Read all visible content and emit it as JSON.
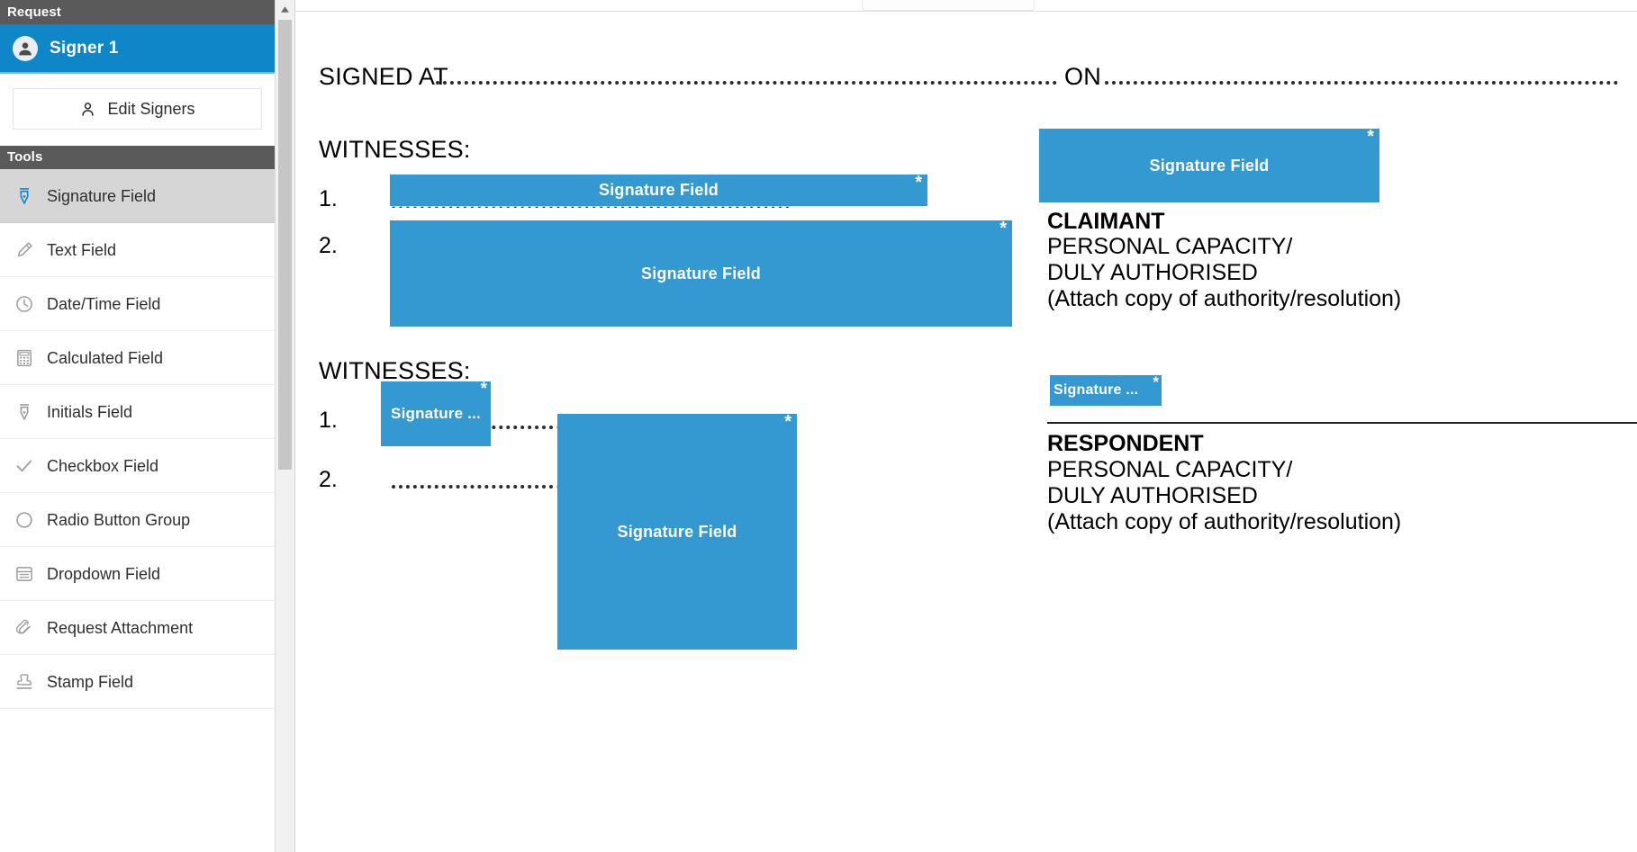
{
  "sidebar": {
    "request_header": "Request",
    "signer": {
      "name": "Signer 1",
      "icon": "user-avatar-icon"
    },
    "edit_signers": {
      "label": "Edit Signers",
      "icon": "user-icon"
    },
    "tools_header": "Tools",
    "tools": [
      {
        "label": "Signature Field",
        "icon": "pen-nib-icon",
        "selected": true
      },
      {
        "label": "Text Field",
        "icon": "pencil-icon",
        "selected": false
      },
      {
        "label": "Date/Time Field",
        "icon": "clock-icon",
        "selected": false
      },
      {
        "label": "Calculated Field",
        "icon": "calculator-icon",
        "selected": false
      },
      {
        "label": "Initials Field",
        "icon": "pen-nib-icon",
        "selected": false
      },
      {
        "label": "Checkbox Field",
        "icon": "checkmark-icon",
        "selected": false
      },
      {
        "label": "Radio Button Group",
        "icon": "circle-icon",
        "selected": false
      },
      {
        "label": "Dropdown Field",
        "icon": "list-box-icon",
        "selected": false
      },
      {
        "label": "Request Attachment",
        "icon": "paperclip-icon",
        "selected": false
      },
      {
        "label": "Stamp Field",
        "icon": "stamp-icon",
        "selected": false
      }
    ]
  },
  "colors": {
    "accent_blue": "#0f86c8",
    "field_blue": "#3498d1",
    "header_gray": "#5a5a5a",
    "selected_gray": "#d6d6d6"
  },
  "document": {
    "signed_at_label": "SIGNED AT",
    "on_label": "ON",
    "witnesses_label_1": "WITNESSES:",
    "witnesses_label_2": "WITNESSES:",
    "item_1a": "1.",
    "item_2a": "2.",
    "item_1b": "1.",
    "item_2b": "2.",
    "claimant": {
      "title": "CLAIMANT",
      "line1": "PERSONAL CAPACITY/",
      "line2": "DULY AUTHORISED",
      "line3": "(Attach copy of authority/resolution)"
    },
    "respondent": {
      "title": "RESPONDENT",
      "line1": "PERSONAL CAPACITY/",
      "line2": "DULY AUTHORISED",
      "line3": "(Attach copy of authority/resolution)"
    },
    "fields": [
      {
        "id": "sig-claimant",
        "label": "Signature Field",
        "required_marker": "*"
      },
      {
        "id": "sig-witness-1a",
        "label": "Signature Field",
        "required_marker": "*"
      },
      {
        "id": "sig-witness-2a",
        "label": "Signature Field",
        "required_marker": "*"
      },
      {
        "id": "sig-witness-1b",
        "label": "Signature ...",
        "required_marker": "*"
      },
      {
        "id": "sig-witness-2b",
        "label": "Signature Field",
        "required_marker": "*"
      },
      {
        "id": "sig-respondent",
        "label": "Signature ...",
        "required_marker": "*"
      }
    ]
  }
}
